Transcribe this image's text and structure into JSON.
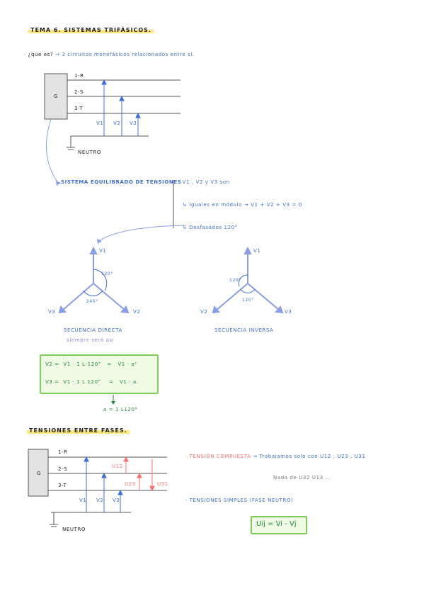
{
  "topic": {
    "title": "TEMA 6. SISTEMAS TRIFÁSICOS."
  },
  "intro": {
    "question": "· ¿que es?",
    "answer": "→ 3 circuitos monofásicos relacionados entre sí."
  },
  "diagram1": {
    "generator": "G",
    "lines": [
      "1-R",
      "2-S",
      "3-T"
    ],
    "neutral": "NEUTRO",
    "voltages": [
      "V1",
      "V2",
      "V3"
    ]
  },
  "balanced": {
    "label": "SISTEMA EQUILIBRADO DE TENSIONES",
    "point1": "· V1 , V2 y V3 son",
    "point2": "↳ Iguales en módulo → V1 + V2 + V3 = 0",
    "point3": "↳ Desfasados 120°"
  },
  "phasors": {
    "direct": {
      "label": "SECUENCIA DIRECTA",
      "note": "siempre será así",
      "angle_top": "120°",
      "angle_bottom": "240°",
      "labels": [
        "V1",
        "V3",
        "V2"
      ]
    },
    "inverse": {
      "label": "SECUENCIA INVERSA",
      "angle_top": "120°",
      "angle_bottom": "120°",
      "labels": [
        "V1",
        "V2",
        "V3"
      ]
    }
  },
  "formulas": {
    "line1": "V2 =  V1 · 1 L-120°   =   V1 · a²",
    "line2": "V3 =  V1 · 1 L 120°    =   V1 · a.",
    "note": "a = 1 L120°"
  },
  "section2": {
    "title": "TENSIONES ENTRE FASES."
  },
  "diagram2": {
    "generator": "G",
    "lines": [
      "1-R",
      "2-S",
      "3-T"
    ],
    "neutral": "NEUTRO",
    "voltages": [
      "V1",
      "V2",
      "V3"
    ],
    "line_voltages": [
      "U12",
      "U23",
      "U31"
    ]
  },
  "line_voltage": {
    "composite": "· TENSIÓN COMPUESTA",
    "composite_note": "→ Trabajamos solo con U12 , U23 , U31",
    "not_note": "Nada de U32 U13 ...",
    "simple": "· TENSIONES SIMPLES (FASE NEUTRO)",
    "formula": "Uij = Vi - Vj"
  },
  "colors": {
    "blue": "#3b6fd6",
    "green": "#1f8a3a",
    "pink": "#ff6f6f",
    "highlight": "#ffe97a"
  }
}
